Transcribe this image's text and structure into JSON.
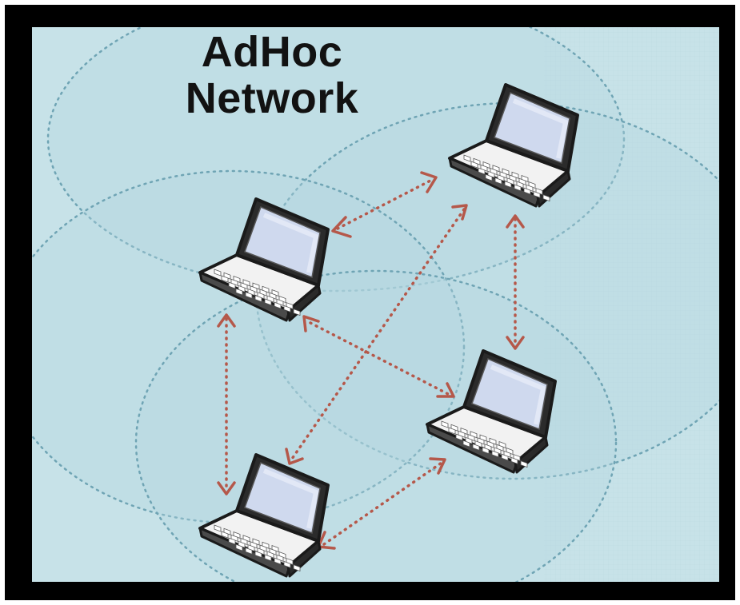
{
  "diagram": {
    "title_line1": "AdHoc",
    "title_line2": "Network",
    "colors": {
      "frame": "#000000",
      "background": "#c7e2e8",
      "range_zone": "#b7d8e0",
      "zone_outline": "#6fa4b4",
      "link": "#b5584a",
      "laptop_body": "#f2f2f2",
      "laptop_outline": "#1a1a1a",
      "screen": "#cfd9ee"
    },
    "nodes": [
      {
        "id": "laptop-a",
        "icon": "laptop-icon"
      },
      {
        "id": "laptop-b",
        "icon": "laptop-icon"
      },
      {
        "id": "laptop-c",
        "icon": "laptop-icon"
      },
      {
        "id": "laptop-d",
        "icon": "laptop-icon"
      }
    ],
    "links": [
      {
        "from": "laptop-a",
        "to": "laptop-b",
        "style": "dotted-bidirectional"
      },
      {
        "from": "laptop-a",
        "to": "laptop-c",
        "style": "dotted-bidirectional"
      },
      {
        "from": "laptop-a",
        "to": "laptop-d",
        "style": "dotted-bidirectional"
      },
      {
        "from": "laptop-b",
        "to": "laptop-d",
        "style": "dotted-bidirectional"
      },
      {
        "from": "laptop-b",
        "to": "laptop-c",
        "style": "dotted-bidirectional"
      },
      {
        "from": "laptop-c",
        "to": "laptop-d",
        "style": "dotted-bidirectional"
      }
    ]
  }
}
